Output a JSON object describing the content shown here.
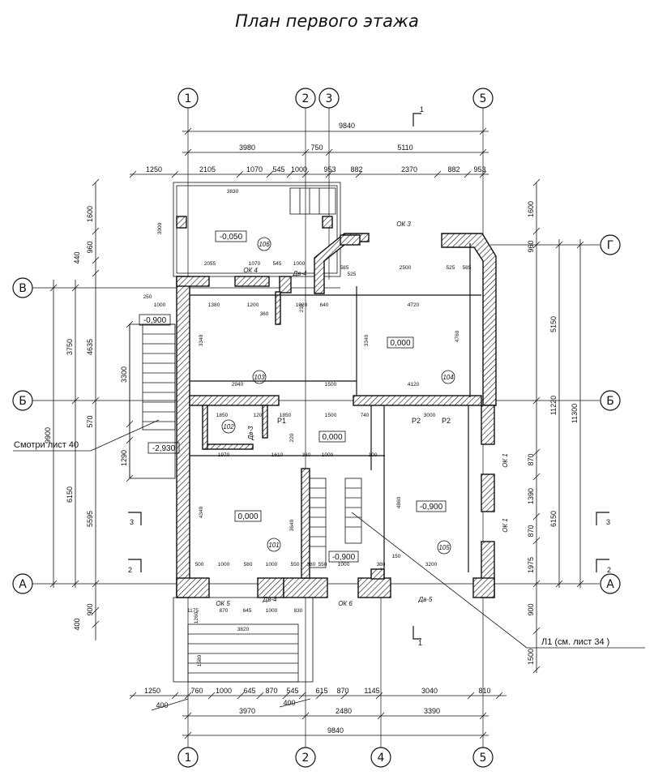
{
  "title": "План первого этажа",
  "axes": {
    "top": [
      "1",
      "2",
      "3",
      "5"
    ],
    "bottom": [
      "1",
      "2",
      "4",
      "5"
    ],
    "left": [
      "В",
      "Б",
      "А"
    ],
    "right": [
      "Г",
      "Б",
      "А"
    ]
  },
  "dims_top": {
    "overall": "9840",
    "row2": [
      "3980",
      "750",
      "5110"
    ],
    "row3": [
      "1250",
      "2105",
      "1070",
      "545",
      "1000",
      "953",
      "882",
      "2370",
      "882",
      "953"
    ]
  },
  "dims_bottom": {
    "row1": [
      "1250",
      "760",
      "1000",
      "645",
      "870",
      "545",
      "615",
      "870",
      "1145",
      "3040",
      "810"
    ],
    "row1_extra": [
      "400",
      "400"
    ],
    "row2": [
      "3970",
      "2480",
      "3390"
    ],
    "overall": "9840"
  },
  "dims_left": {
    "outer": [
      "1600",
      "960",
      "440",
      "3750",
      "4635",
      "3300",
      "570",
      "9900",
      "1290",
      "6150",
      "5595",
      "900",
      "400"
    ]
  },
  "dims_right": {
    "outer": [
      "1600",
      "960",
      "5150",
      "11220",
      "11300",
      "870",
      "1390",
      "870",
      "6150",
      "1975",
      "900",
      "1500"
    ]
  },
  "levels": [
    "-0,050",
    "-0,900",
    "0,000",
    "-2,930",
    "0,000",
    "0,000",
    "-0,900",
    "-0,900"
  ],
  "rooms": [
    "106",
    "103",
    "104",
    "102",
    "101",
    "105"
  ],
  "windows": [
    "ОК 3",
    "ОК 4",
    "ОК 5",
    "ОК 6",
    "ОК 1",
    "ОК 1"
  ],
  "doors": [
    "Дв-4",
    "Дв-3",
    "Дв-4",
    "Дв-5"
  ],
  "partition_marks": [
    "Р1",
    "Р2",
    "Р2"
  ],
  "section_marks": [
    "1",
    "1",
    "3",
    "3",
    "2",
    "2"
  ],
  "notes": {
    "left": "Смотри лист 40",
    "right": "Л1 (см. лист 34 )"
  },
  "inner_dims": [
    "3830",
    "3000",
    "2055",
    "1070",
    "545",
    "1000",
    "585",
    "525",
    "2500",
    "585",
    "525",
    "1000",
    "1380",
    "1200",
    "1020",
    "640",
    "4720",
    "2940",
    "1500",
    "4120",
    "3340",
    "3340",
    "4760",
    "1850",
    "120",
    "1850",
    "1500",
    "740",
    "3000",
    "1970",
    "1610",
    "380",
    "1000",
    "4340",
    "3640",
    "4860",
    "500",
    "1000",
    "580",
    "1000",
    "550",
    "380",
    "550",
    "1000",
    "380",
    "3200",
    "1175",
    "870",
    "645",
    "1000",
    "830",
    "3820",
    "150",
    "100",
    "250",
    "360",
    "210",
    "220",
    "1260",
    "1580"
  ]
}
